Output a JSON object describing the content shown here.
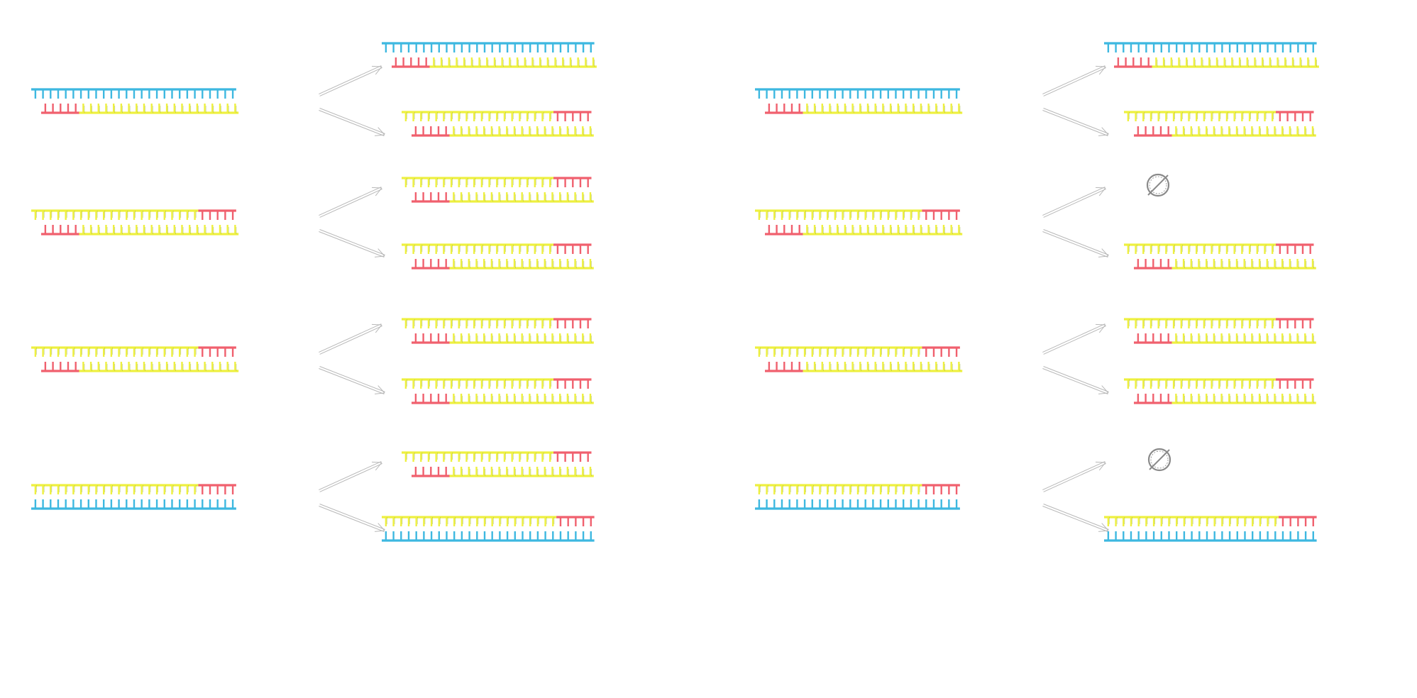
{
  "colors": {
    "template": "#3db8e0",
    "primer": "#f0606e",
    "product": "#eef040",
    "product_edge": "#7f9a2a",
    "arrow": "#b8b8b8",
    "blocked_icon": "#8a8a8a"
  },
  "strand_legend": [
    {
      "key": "template",
      "color_key": "template"
    },
    {
      "key": "primer",
      "color_key": "primer"
    },
    {
      "key": "product",
      "color_key": "product"
    }
  ],
  "panels": [
    {
      "side": "left",
      "rows": [
        {
          "input": {
            "top": [
              "template"
            ],
            "bottom": [
              "primer",
              "product"
            ]
          },
          "outputs": [
            {
              "top": [
                "template"
              ],
              "bottom": [
                "primer",
                "product"
              ]
            },
            {
              "top": [
                "product",
                "primer"
              ],
              "bottom": [
                "primer",
                "product"
              ]
            }
          ]
        },
        {
          "input": {
            "top": [
              "product",
              "primer"
            ],
            "bottom": [
              "primer",
              "product"
            ]
          },
          "outputs": [
            {
              "top": [
                "product",
                "primer"
              ],
              "bottom": [
                "primer",
                "product"
              ]
            },
            {
              "top": [
                "product",
                "primer"
              ],
              "bottom": [
                "primer",
                "product"
              ]
            }
          ]
        },
        {
          "input": {
            "top": [
              "product",
              "primer"
            ],
            "bottom": [
              "primer",
              "product"
            ]
          },
          "outputs": [
            {
              "top": [
                "product",
                "primer"
              ],
              "bottom": [
                "primer",
                "product"
              ]
            },
            {
              "top": [
                "product",
                "primer"
              ],
              "bottom": [
                "primer",
                "product"
              ]
            }
          ]
        },
        {
          "input": {
            "top": [
              "product",
              "primer"
            ],
            "bottom": [
              "template"
            ]
          },
          "outputs": [
            {
              "top": [
                "product",
                "primer"
              ],
              "bottom": [
                "primer",
                "product"
              ]
            },
            {
              "top": [
                "product",
                "primer"
              ],
              "bottom": [
                "template"
              ]
            }
          ]
        }
      ]
    },
    {
      "side": "right",
      "rows": [
        {
          "input": {
            "top": [
              "template"
            ],
            "bottom": [
              "primer",
              "product"
            ]
          },
          "outputs": [
            {
              "top": [
                "template"
              ],
              "bottom": [
                "primer",
                "product"
              ]
            },
            {
              "top": [
                "product",
                "primer"
              ],
              "bottom": [
                "primer",
                "product"
              ]
            }
          ]
        },
        {
          "input": {
            "top": [
              "product",
              "primer"
            ],
            "bottom": [
              "primer",
              "product"
            ]
          },
          "outputs": [
            {
              "blocked": true,
              "icon": "null-set-icon"
            },
            {
              "top": [
                "product",
                "primer"
              ],
              "bottom": [
                "primer",
                "product"
              ]
            }
          ]
        },
        {
          "input": {
            "top": [
              "product",
              "primer"
            ],
            "bottom": [
              "primer",
              "product"
            ]
          },
          "outputs": [
            {
              "top": [
                "product",
                "primer"
              ],
              "bottom": [
                "primer",
                "product"
              ]
            },
            {
              "top": [
                "product",
                "primer"
              ],
              "bottom": [
                "primer",
                "product"
              ]
            }
          ]
        },
        {
          "input": {
            "top": [
              "product",
              "primer"
            ],
            "bottom": [
              "template"
            ]
          },
          "outputs": [
            {
              "blocked": true,
              "icon": "null-set-icon"
            },
            {
              "top": [
                "product",
                "primer"
              ],
              "bottom": [
                "template"
              ]
            }
          ]
        }
      ]
    }
  ]
}
